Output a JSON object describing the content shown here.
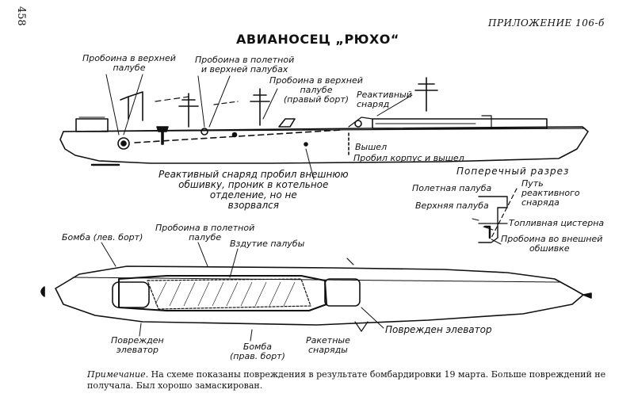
{
  "page_number": "458",
  "appendix_label": "ПРИЛОЖЕНИЕ 106-б",
  "title": "АВИАНОСЕЦ „РЮХО“",
  "side_view": {
    "labels": {
      "upper_deck_hole": [
        "Пробоина в верхней",
        "палубе"
      ],
      "flight_upper_hole": [
        "Пробоина в полетной",
        "и верхней палубах"
      ],
      "upper_deck_hole_starboard": [
        "Пробоина в верхней",
        "палубе",
        "(правый борт)"
      ],
      "rocket": [
        "Реактивный",
        "снаряд"
      ],
      "exit": [
        "Вышел"
      ],
      "pierced_hull": [
        "Пробил корпус и вышел"
      ],
      "rocket_pierced": [
        "Реактивный снаряд пробил внешнюю",
        "обшивку, проник в котельное",
        "отделение, но не",
        "взорвался"
      ]
    }
  },
  "cross_section": {
    "title": "Поперечный разрез",
    "labels": {
      "flight_deck": "Полетная палуба",
      "rocket_path": [
        "Путь",
        "реактивного",
        "снаряда"
      ],
      "upper_deck": "Верхняя палуба",
      "fuel_tank": "Топливная цистерна",
      "outer_hole": [
        "Пробоина во внешней",
        "обшивке"
      ]
    }
  },
  "top_view": {
    "labels": {
      "bomb_port": "Бомба (лев. борт)",
      "flight_deck_hole": [
        "Пробоина в полетной",
        "палубе"
      ],
      "deck_bulge": "Вздутие палубы",
      "elevator_damaged_left": [
        "Поврежден",
        "элеватор"
      ],
      "bomb_starboard": [
        "Бомба",
        "(прав. борт)"
      ],
      "rockets": [
        "Ракетные",
        "снаряды"
      ],
      "elevator_damaged_right": "Поврежден  элеватор"
    }
  },
  "note": {
    "lead": "Примечание.",
    "text": " На схеме показаны повреждения в результате бомбардировки 19 марта. Больше повреждений не получала. Был хорошо замаскирован."
  }
}
